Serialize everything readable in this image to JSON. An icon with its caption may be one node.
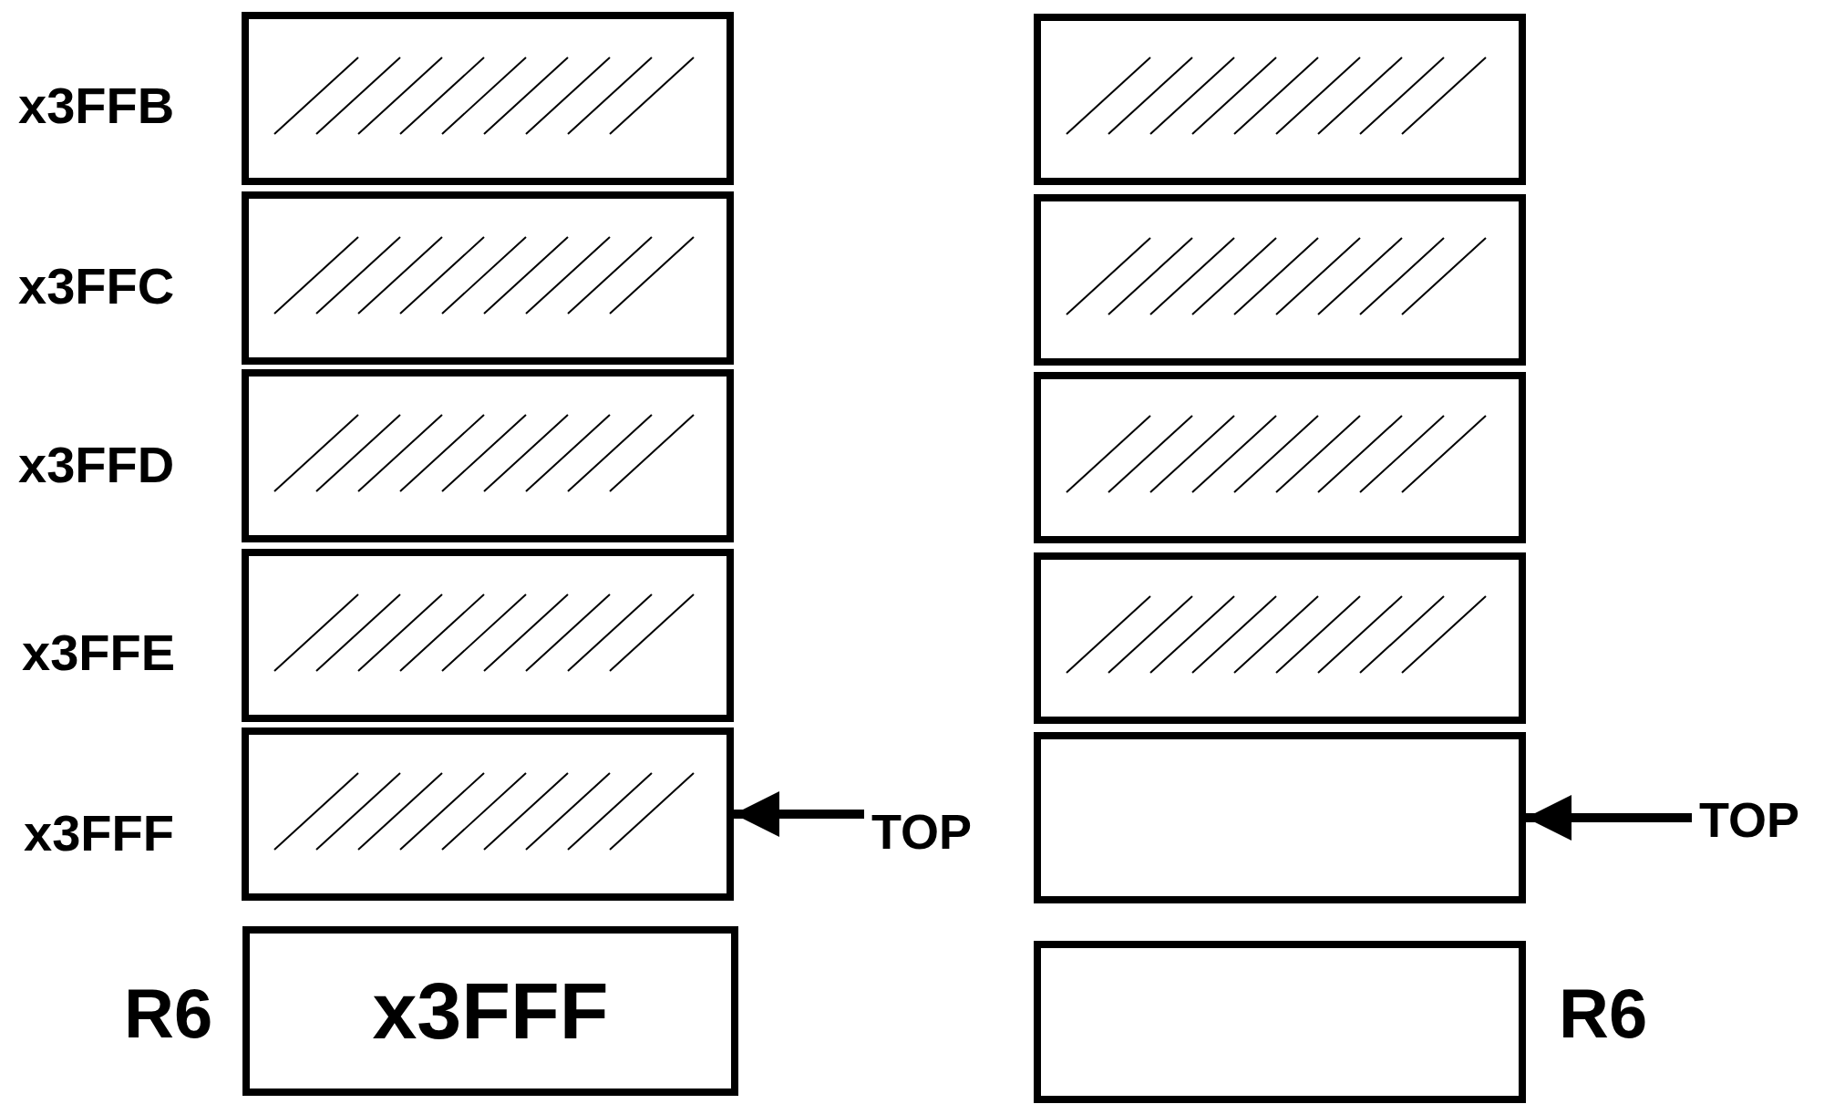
{
  "diagram": {
    "nodes": [
      {
        "text": [],
        "shape": "box",
        "beside": [
          "x3FFB"
        ]
      },
      {
        "text": [],
        "shape": "box",
        "beside": [
          "x3FFC"
        ]
      },
      {
        "text": [],
        "shape": "box",
        "beside": [
          "x3FFD"
        ]
      },
      {
        "text": [],
        "shape": "box",
        "beside": [
          "x3FFE"
        ]
      },
      {
        "text": [],
        "shape": "box",
        "beside": [
          "x3FFF"
        ]
      },
      {
        "text": [
          "TOP"
        ]
      },
      {
        "text": [
          "x3FFF"
        ],
        "beside": [
          "R6"
        ]
      },
      {
        "text": [],
        "shape": "box"
      },
      {
        "text": [],
        "shape": "box"
      },
      {
        "text": [],
        "shape": "box"
      },
      {
        "text": [],
        "shape": "box"
      },
      {
        "text": [],
        "shape": "box"
      },
      {
        "text": [
          "TOP"
        ]
      },
      {
        "text": [],
        "shape": "box",
        "beside": [
          "R6"
        ]
      }
    ],
    "edges": [
      {
        "from": 5,
        "to": 4,
        "arrow": "to"
      },
      {
        "from": 12,
        "to": 11,
        "arrow": "to"
      }
    ]
  }
}
